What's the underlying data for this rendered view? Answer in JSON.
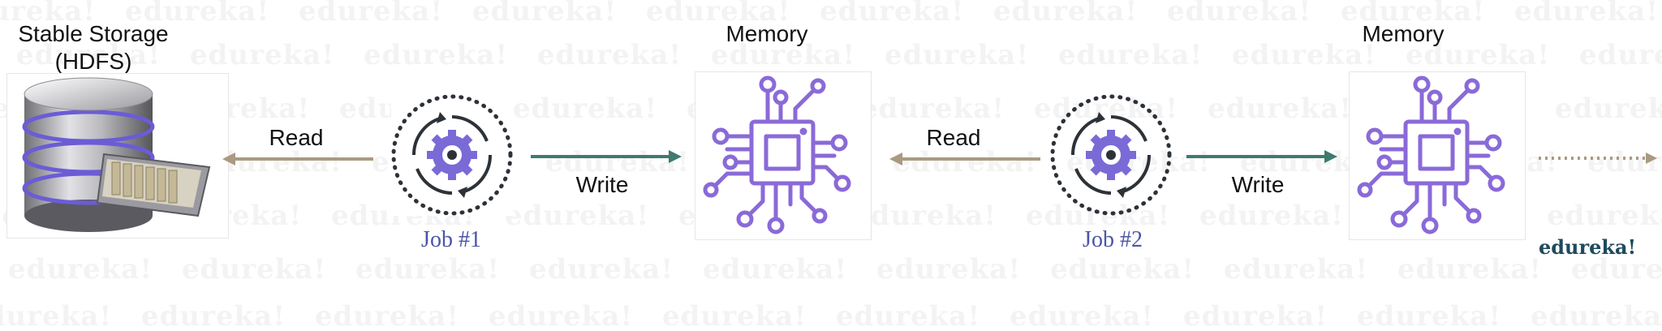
{
  "watermark": {
    "text": "edureka!"
  },
  "storage": {
    "title_line1": "Stable Storage",
    "title_line2": "(HDFS)"
  },
  "job1": {
    "label": "Job #1"
  },
  "job2": {
    "label": "Job #2"
  },
  "memory1": {
    "title": "Memory"
  },
  "memory2": {
    "title": "Memory"
  },
  "arrows": {
    "read1": "Read",
    "write1": "Write",
    "read2": "Read",
    "write2": "Write"
  },
  "brand": {
    "text": "edureka!"
  },
  "colors": {
    "read_arrow": "#a99a80",
    "write_arrow": "#3f7a6f",
    "chip": "#8a6ad8",
    "job_text": "#4a56a6",
    "gear": "#3a3f44",
    "brand": "#1f4a5c"
  },
  "icons": {
    "storage": "hard-drive-stack-icon",
    "job": "gear-cycle-icon",
    "memory": "cpu-chip-icon",
    "continue": "dotted-arrow-icon"
  }
}
